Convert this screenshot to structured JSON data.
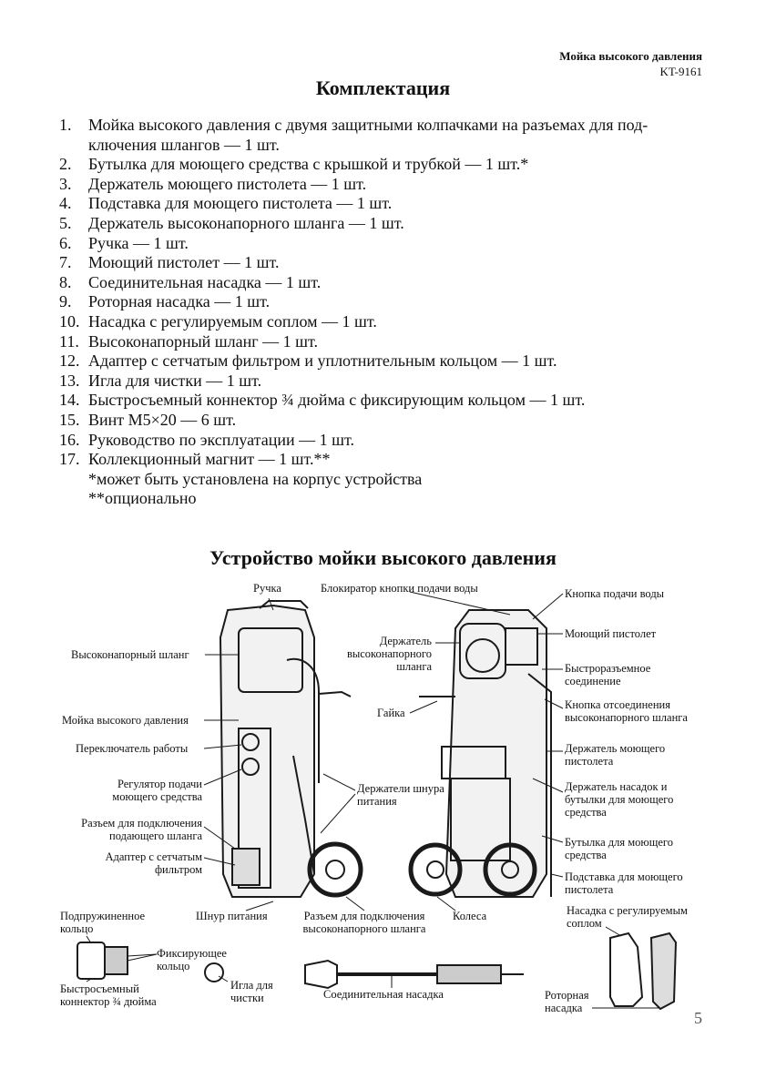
{
  "header": {
    "title": "Мойка высокого давления",
    "model": "KT-9161"
  },
  "kit": {
    "title": "Комплектация",
    "items": [
      {
        "num": "1.",
        "text": "Мойка высокого давления с двумя защитными колпачками на разъемах для под-ключения шлангов — 1 шт."
      },
      {
        "num": "2.",
        "text": "Бутылка для моющего средства с крышкой и трубкой — 1 шт.*"
      },
      {
        "num": "3.",
        "text": "Держатель моющего пистолета — 1 шт."
      },
      {
        "num": "4.",
        "text": "Подставка для моющего пистолета — 1 шт."
      },
      {
        "num": "5.",
        "text": "Держатель высоконапорного шланга — 1 шт."
      },
      {
        "num": "6.",
        "text": "Ручка — 1 шт."
      },
      {
        "num": "7.",
        "text": "Моющий пистолет — 1 шт."
      },
      {
        "num": "8.",
        "text": "Соединительная насадка — 1 шт."
      },
      {
        "num": "9.",
        "text": "Роторная насадка — 1 шт."
      },
      {
        "num": "10.",
        "text": "Насадка с регулируемым соплом — 1 шт."
      },
      {
        "num": "11.",
        "text": "Высоконапорный шланг — 1 шт."
      },
      {
        "num": "12.",
        "text": "Адаптер с сетчатым фильтром и уплотнительным кольцом — 1 шт."
      },
      {
        "num": "13.",
        "text": "Игла для чистки — 1 шт."
      },
      {
        "num": "14.",
        "text": "Быстросъемный коннектор ¾ дюйма с фиксирующим кольцом — 1 шт."
      },
      {
        "num": "15.",
        "text": "Винт M5×20 — 6 шт."
      },
      {
        "num": "16.",
        "text": "Руководство по эксплуатации — 1 шт."
      },
      {
        "num": "17.",
        "text": "Коллекционный магнит — 1 шт.**"
      }
    ],
    "note1": "*может быть установлена на корпус устройства",
    "note2": "**опционально"
  },
  "device": {
    "title": "Устройство мойки высокого давления",
    "labels": {
      "handle": "Ручка",
      "water_lock": "Блокиратор кнопки подачи воды",
      "water_button": "Кнопка подачи воды",
      "hp_hose": "Высоконапорный шланг",
      "hose_holder": "Держатель высоконапорного шланга",
      "gun": "Моющий пистолет",
      "quick_conn": "Быстроразъемное соединение",
      "nut": "Гайка",
      "hose_release": "Кнопка отсоединения высоконапорного шланга",
      "washer": "Мойка высокого давления",
      "gun_holder": "Держатель моющего пистолета",
      "switch": "Переключатель работы",
      "detergent_reg": "Регулятор подачи моющего средства",
      "cord_holders": "Держатели шнура питания",
      "nozzle_holder": "Держатель насадок и бутылки для моющего средства",
      "inlet_conn": "Разъем для подключения подающего шланга",
      "detergent_bottle": "Бутылка для моющего средства",
      "filter_adapter": "Адаптер с сетчатым фильтром",
      "gun_stand": "Подставка для моющего пистолета",
      "spring_ring": "Подпружиненное кольцо",
      "power_cord": "Шнур питания",
      "hp_outlet": "Разъем для подключения высоконапорного шланга",
      "wheels": "Колеса",
      "adj_nozzle": "Насадка с регулируемым соплом",
      "lock_ring": "Фиксирующее кольцо",
      "quick_connector": "Быстросъемный коннектор ¾ дюйма",
      "needle": "Игла для чистки",
      "connecting_nozzle": "Соединительная насадка",
      "rotary_nozzle": "Роторная насадка"
    }
  },
  "page_number": "5"
}
